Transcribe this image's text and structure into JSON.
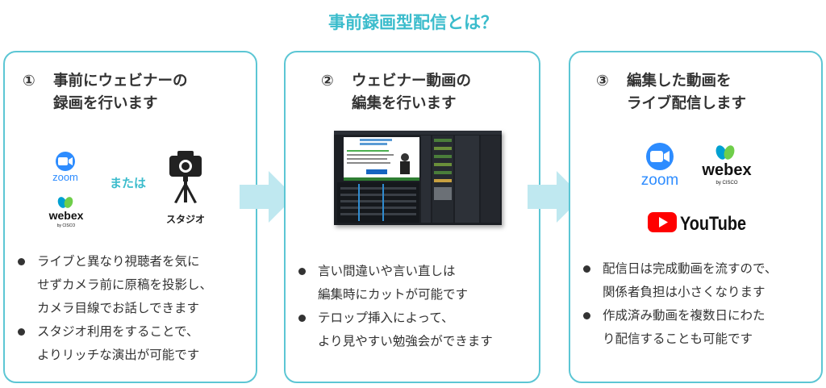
{
  "title": "事前録画型配信とは？",
  "colors": {
    "accent": "#3bbccc",
    "border": "#5cc6d4",
    "arrow": "#bfe8f0",
    "zoom": "#2d8cff",
    "youtube": "#ff0000"
  },
  "cards": [
    {
      "number": "①",
      "heading_lines": [
        "事前にウェビナーの",
        "録画を行います"
      ],
      "or_label": "または",
      "studio_label": "スタジオ",
      "icons": [
        "zoom-logo",
        "webex-logo",
        "camera-tripod-icon"
      ],
      "bullets": [
        [
          "ライブと異なり視聴者を気に",
          "せずカメラ前に原稿を投影し、",
          "カメラ目線でお話しできます"
        ],
        [
          "スタジオ利用をすることで、",
          "よりリッチな演出が可能です"
        ]
      ]
    },
    {
      "number": "②",
      "heading_lines": [
        "ウェビナー動画の",
        "編集を行います"
      ],
      "icons": [
        "video-editor-screenshot"
      ],
      "bullets": [
        [
          "言い間違いや言い直しは",
          "編集時にカットが可能です"
        ],
        [
          "テロップ挿入によって、",
          "より見やすい勉強会ができます"
        ]
      ]
    },
    {
      "number": "③",
      "heading_lines": [
        "編集した動画を",
        "ライブ配信します"
      ],
      "icons": [
        "zoom-logo",
        "webex-logo",
        "youtube-logo"
      ],
      "bullets": [
        [
          "配信日は完成動画を流すので、",
          "関係者負担は小さくなります"
        ],
        [
          "作成済み動画を複数日にわた",
          "り配信することも可能です"
        ]
      ]
    }
  ],
  "logos": {
    "zoom": "zoom",
    "webex": "webex",
    "webex_sub": "by CISCO",
    "youtube": "YouTube"
  }
}
